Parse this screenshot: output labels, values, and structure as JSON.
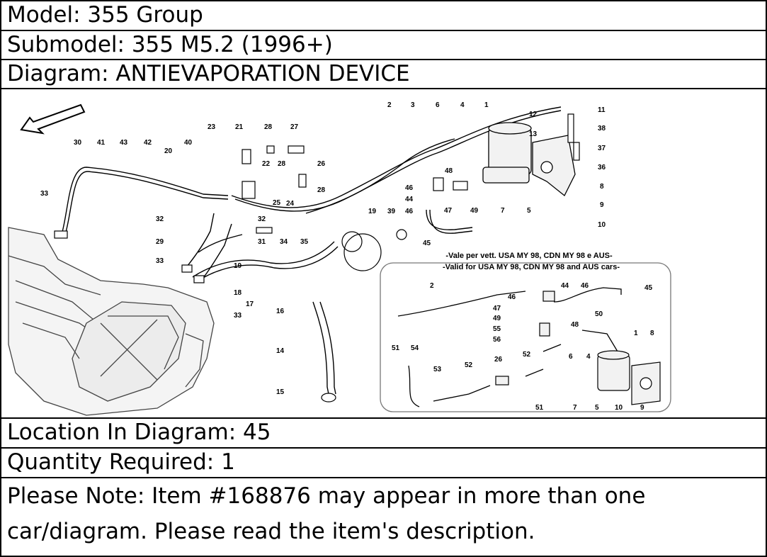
{
  "model": "Model: 355 Group",
  "submodel": "Submodel: 355 M5.2 (1996+)",
  "diagram_title": "Diagram: ANTIEVAPORATION DEVICE",
  "location": "Location In Diagram: 45",
  "quantity": "Quantity Required: 1",
  "note_line1": "Please Note: Item #168876 may appear in more than one",
  "note_line2": "car/diagram. Please read the item's description.",
  "diagram": {
    "caption_it": "-Vale per vett. USA MY 98, CDN MY 98 e AUS-",
    "caption_en": "-Valid for USA MY 98, CDN MY 98 and AUS cars-",
    "callouts_main": [
      "2",
      "3",
      "6",
      "4",
      "1",
      "11",
      "12",
      "38",
      "13",
      "37",
      "36",
      "8",
      "9",
      "10",
      "5",
      "7",
      "49",
      "47",
      "48",
      "46",
      "44",
      "46",
      "45",
      "21",
      "28",
      "27",
      "23",
      "40",
      "20",
      "22",
      "28",
      "26",
      "28",
      "24",
      "25",
      "32",
      "32",
      "34",
      "35",
      "19",
      "39",
      "30",
      "41",
      "43",
      "42",
      "33",
      "29",
      "31",
      "19",
      "33",
      "18",
      "17",
      "33",
      "16",
      "14",
      "15"
    ],
    "callouts_inset": [
      "2",
      "46",
      "44",
      "46",
      "45",
      "47",
      "49",
      "55",
      "56",
      "48",
      "50",
      "1",
      "8",
      "51",
      "54",
      "53",
      "52",
      "26",
      "52",
      "6",
      "4",
      "7",
      "5",
      "10",
      "9",
      "51"
    ]
  }
}
